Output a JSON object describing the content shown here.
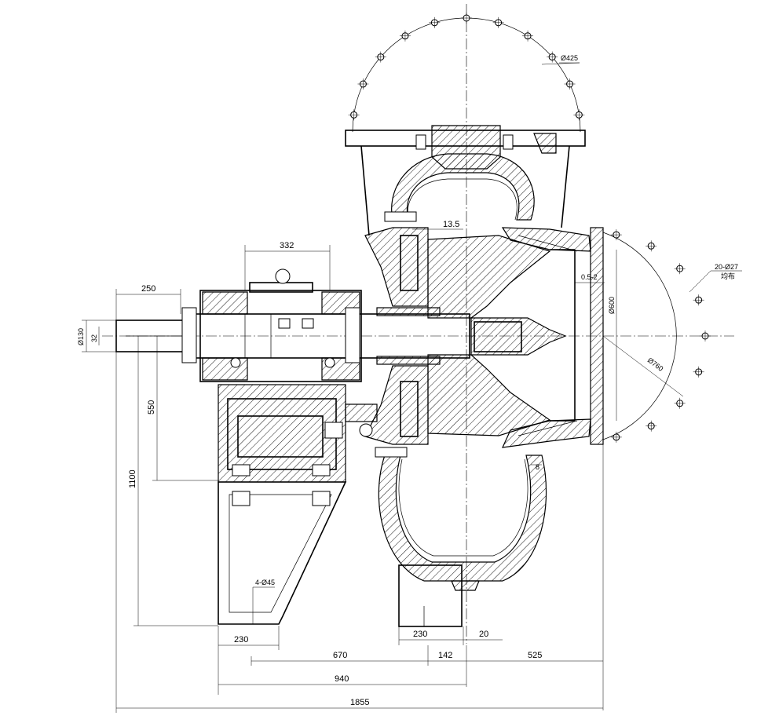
{
  "drawing": {
    "dims": {
      "d332": "332",
      "d250": "250",
      "d130": "Ø130",
      "d32": "32",
      "d550": "550",
      "d1100": "1100",
      "d4phi45": "4-Ø45",
      "d230a": "230",
      "d230b": "230",
      "d20": "20",
      "d670": "670",
      "d142": "142",
      "d525": "525",
      "d940": "940",
      "d1855": "1855",
      "d135": "13.5",
      "d052": "0.5-2",
      "d600": "Ø600",
      "d760": "Ø760",
      "d20phi27": "20-Ø27",
      "d20phi27b": "均布",
      "d425": "Ø425",
      "d8": "8"
    }
  }
}
